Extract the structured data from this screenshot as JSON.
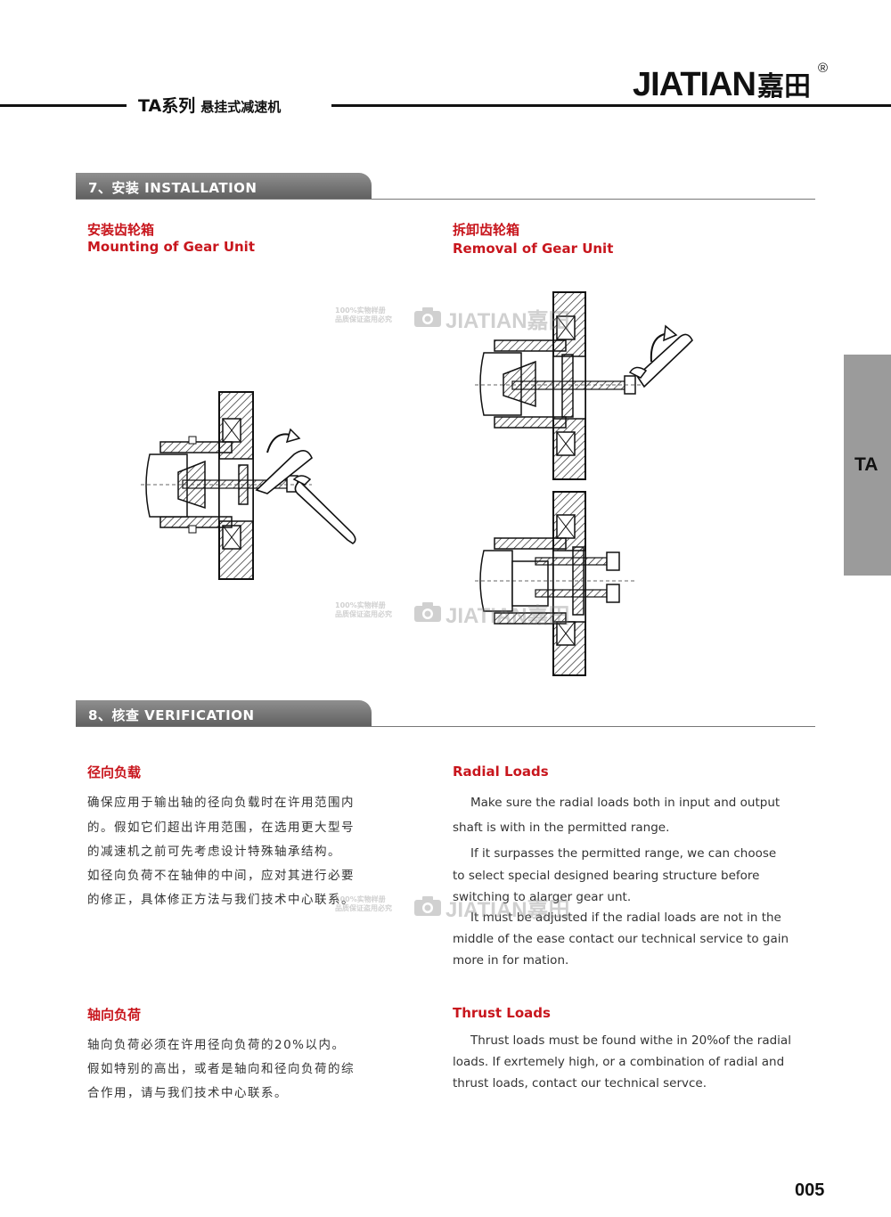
{
  "header": {
    "series": "TA系列",
    "series_sub": "悬挂式减速机",
    "brand": "JIATIAN",
    "brand_cn": "嘉田",
    "registered": "®"
  },
  "side_tab": "TA",
  "section7": {
    "title": "7、安装   INSTALLATION",
    "mount_cn": "安装齿轮箱",
    "mount_en": "Mounting of Gear Unit",
    "removal_cn": "拆卸齿轮箱",
    "removal_en": "Removal of Gear Unit"
  },
  "section8": {
    "title": "8、核查 VERIFICATION",
    "radial_cn_title": "径向负载",
    "radial_cn_lines": [
      "确保应用于输出轴的径向负载时在许用范围内",
      "的。假如它们超出许用范围，在选用更大型号",
      "的减速机之前可先考虑设计特殊轴承结构。",
      "如径向负荷不在轴伸的中间，应对其进行必要",
      "的修正，具体修正方法与我们技术中心联系。"
    ],
    "radial_en_title": "Radial Loads",
    "radial_en_lines": [
      "Make sure the radial loads both in input and output",
      "shaft is with in the permitted range.",
      "If it surpasses the permitted range, we can choose",
      "to select special designed bearing structure before",
      "switching to alarger gear unt.",
      "It must be adjusted if the radial loads are not in the",
      "middle  of the ease contact our technical service to gain",
      "more in for mation."
    ],
    "thrust_cn_title": "轴向负荷",
    "thrust_cn_lines": [
      "轴向负荷必须在许用径向负荷的20%以内。",
      "假如特别的高出，或者是轴向和径向负荷的综",
      "合作用，请与我们技术中心联系。"
    ],
    "thrust_en_title": "Thrust Loads",
    "thrust_en_lines": [
      "Thrust loads must be found withe in 20%of the radial",
      "loads.  If exrtemely high, or a combination of radial and",
      "thrust loads, contact our technical servce."
    ]
  },
  "watermark": {
    "line1": "100%实物样册",
    "line2": "品质保证盗用必究",
    "brand": "JIATIAN嘉田"
  },
  "page_number": "005"
}
